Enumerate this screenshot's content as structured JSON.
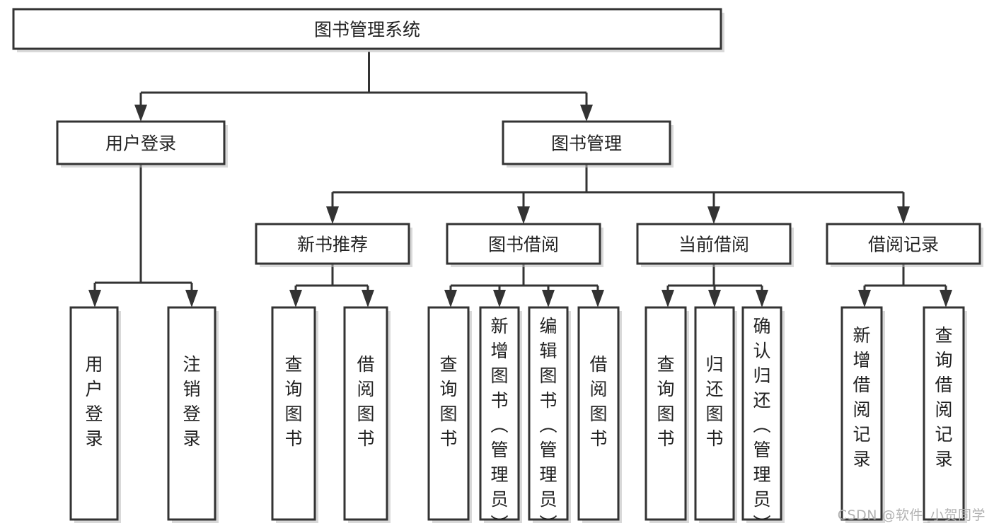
{
  "diagram": {
    "title": "图书管理系统",
    "watermark": "CSDN @软件_小贺同学",
    "colors": {
      "stroke": "#333333",
      "fill": "#ffffff",
      "text": "#222222",
      "watermark": "#b2b2b2"
    },
    "levels": {
      "root": "图书管理系统",
      "level2": [
        "用户登录",
        "图书管理"
      ],
      "level3": [
        "新书推荐",
        "图书借阅",
        "当前借阅",
        "借阅记录"
      ]
    },
    "nodes": {
      "root": {
        "label": "图书管理系统",
        "orientation": "horizontal"
      },
      "user_login": {
        "label": "用户登录",
        "orientation": "horizontal"
      },
      "book_manage": {
        "label": "图书管理",
        "orientation": "horizontal"
      },
      "new_book_rec": {
        "label": "新书推荐",
        "orientation": "horizontal"
      },
      "book_borrow": {
        "label": "图书借阅",
        "orientation": "horizontal"
      },
      "current_borrow": {
        "label": "当前借阅",
        "orientation": "horizontal"
      },
      "borrow_record": {
        "label": "借阅记录",
        "orientation": "horizontal"
      },
      "leaf_user_login": {
        "label": "用户登录",
        "orientation": "vertical"
      },
      "leaf_logout": {
        "label": "注销登录",
        "orientation": "vertical"
      },
      "leaf_query_book_1": {
        "label": "查询图书",
        "orientation": "vertical"
      },
      "leaf_borrow_book_1": {
        "label": "借阅图书",
        "orientation": "vertical"
      },
      "leaf_query_book_2": {
        "label": "查询图书",
        "orientation": "vertical"
      },
      "leaf_add_book_admin": {
        "label": "新增图书（管理员）",
        "orientation": "vertical"
      },
      "leaf_edit_book_admin": {
        "label": "编辑图书（管理员）",
        "orientation": "vertical"
      },
      "leaf_borrow_book_2": {
        "label": "借阅图书",
        "orientation": "vertical"
      },
      "leaf_query_book_3": {
        "label": "查询图书",
        "orientation": "vertical"
      },
      "leaf_return_book": {
        "label": "归还图书",
        "orientation": "vertical"
      },
      "leaf_confirm_return_admin": {
        "label": "确认归还（管理员）",
        "orientation": "vertical"
      },
      "leaf_add_borrow_record": {
        "label": "新增借阅记录",
        "orientation": "vertical"
      },
      "leaf_query_borrow_record": {
        "label": "查询借阅记录",
        "orientation": "vertical"
      }
    },
    "edges": [
      {
        "from": "root",
        "to": "user_login"
      },
      {
        "from": "root",
        "to": "book_manage"
      },
      {
        "from": "user_login",
        "to": "leaf_user_login"
      },
      {
        "from": "user_login",
        "to": "leaf_logout"
      },
      {
        "from": "book_manage",
        "to": "new_book_rec"
      },
      {
        "from": "book_manage",
        "to": "book_borrow"
      },
      {
        "from": "book_manage",
        "to": "current_borrow"
      },
      {
        "from": "book_manage",
        "to": "borrow_record"
      },
      {
        "from": "new_book_rec",
        "to": "leaf_query_book_1"
      },
      {
        "from": "new_book_rec",
        "to": "leaf_borrow_book_1"
      },
      {
        "from": "book_borrow",
        "to": "leaf_query_book_2"
      },
      {
        "from": "book_borrow",
        "to": "leaf_add_book_admin"
      },
      {
        "from": "book_borrow",
        "to": "leaf_edit_book_admin"
      },
      {
        "from": "book_borrow",
        "to": "leaf_borrow_book_2"
      },
      {
        "from": "current_borrow",
        "to": "leaf_query_book_3"
      },
      {
        "from": "current_borrow",
        "to": "leaf_return_book"
      },
      {
        "from": "current_borrow",
        "to": "leaf_confirm_return_admin"
      },
      {
        "from": "borrow_record",
        "to": "leaf_add_borrow_record"
      },
      {
        "from": "borrow_record",
        "to": "leaf_query_borrow_record"
      }
    ]
  }
}
